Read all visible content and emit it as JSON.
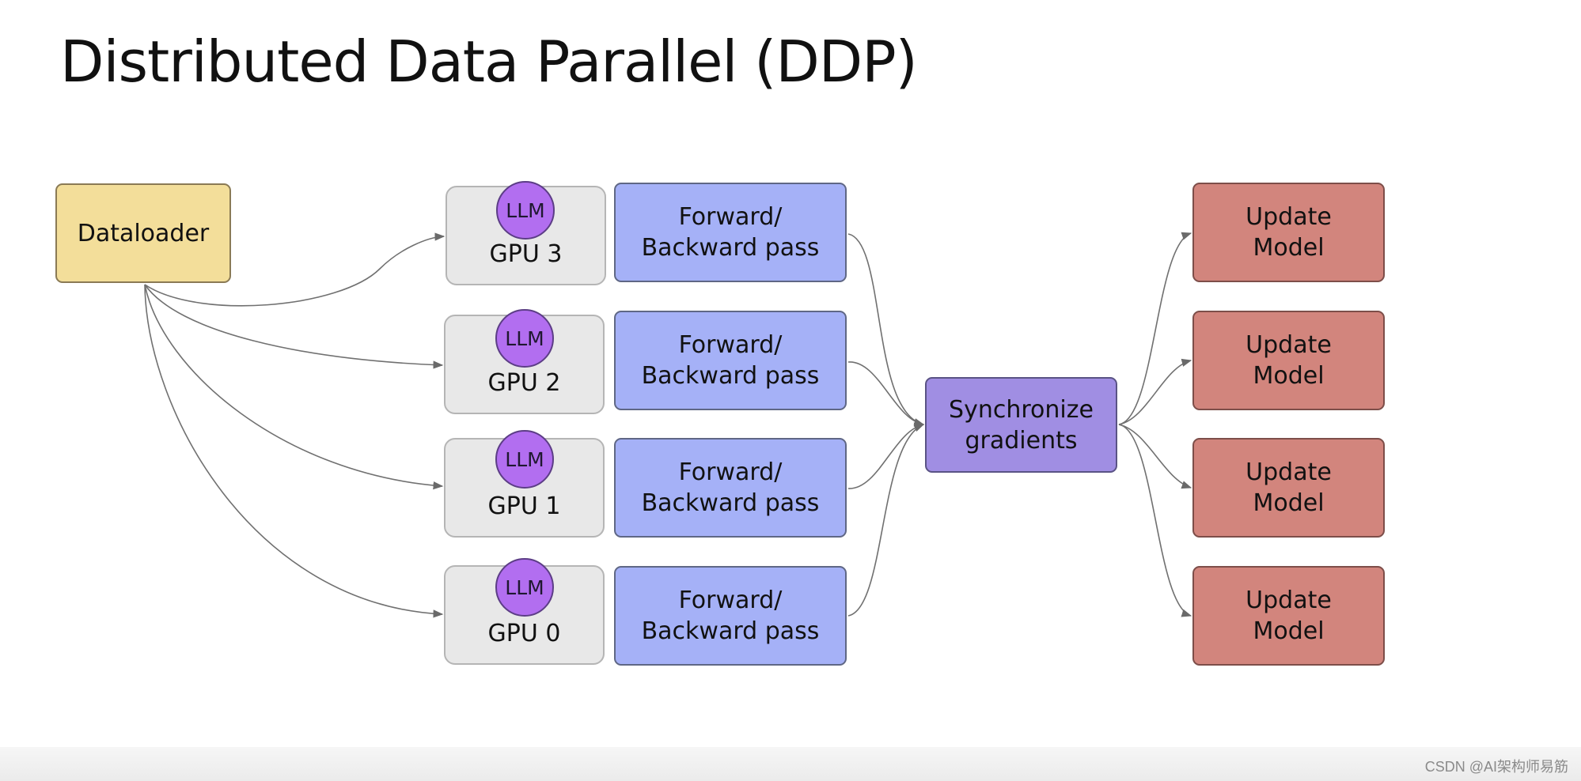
{
  "title": "Distributed Data Parallel (DDP)",
  "dataloader": {
    "label": "Dataloader"
  },
  "gpus": [
    {
      "llm_label": "LLM",
      "gpu_label": "GPU 3"
    },
    {
      "llm_label": "LLM",
      "gpu_label": "GPU 2"
    },
    {
      "llm_label": "LLM",
      "gpu_label": "GPU 1"
    },
    {
      "llm_label": "LLM",
      "gpu_label": "GPU 0"
    }
  ],
  "forward_backward": [
    {
      "line1": "Forward/",
      "line2": "Backward pass"
    },
    {
      "line1": "Forward/",
      "line2": "Backward pass"
    },
    {
      "line1": "Forward/",
      "line2": "Backward pass"
    },
    {
      "line1": "Forward/",
      "line2": "Backward pass"
    }
  ],
  "synchronize": {
    "line1": "Synchronize",
    "line2": "gradients"
  },
  "update_model": [
    {
      "line1": "Update",
      "line2": "Model"
    },
    {
      "line1": "Update",
      "line2": "Model"
    },
    {
      "line1": "Update",
      "line2": "Model"
    },
    {
      "line1": "Update",
      "line2": "Model"
    }
  ],
  "watermark": "CSDN @AI架构师易筋",
  "colors": {
    "dataloader": "#f3de9a",
    "gpu": "#e8e8e8",
    "llm": "#b26ef0",
    "forward_backward": "#a5b1f7",
    "synchronize": "#a08ee3",
    "update_model": "#d2857d",
    "connector": "#707070"
  }
}
